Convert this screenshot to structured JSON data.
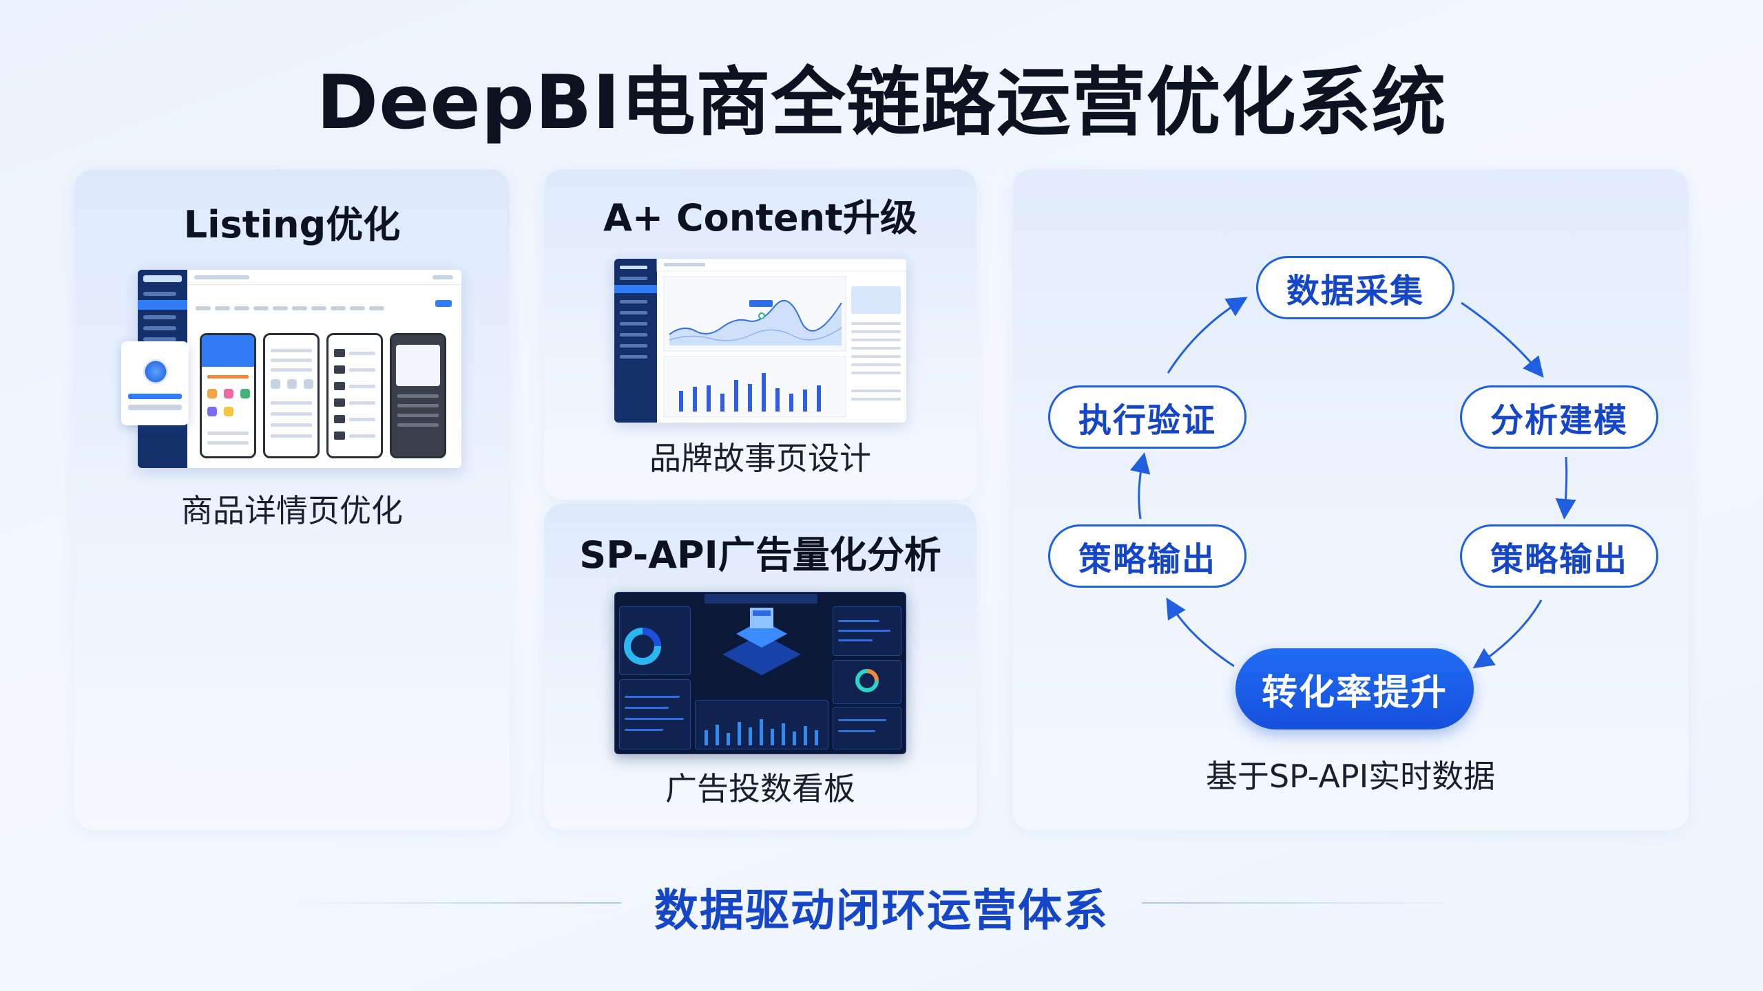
{
  "title": "DeepBI电商全链路运营优化系统",
  "cards": {
    "listing": {
      "title": "Listing优化",
      "caption": "商品详情页优化"
    },
    "aplus": {
      "title": "A+ Content升级",
      "caption": "品牌故事页设计"
    },
    "spapi": {
      "title": "SP-API广告量化分析",
      "caption": "广告投数看板"
    }
  },
  "cycle": {
    "nodes": {
      "collect": "数据采集",
      "analyze": "分析建模",
      "strategy_right": "策略输出",
      "conversion": "转化率提升",
      "strategy_left": "策略输出",
      "execute": "执行验证"
    },
    "caption": "基于SP-API实时数据"
  },
  "footer": {
    "tagline": "数据驱动闭环运营体系"
  },
  "colors": {
    "accent": "#1f5fe0",
    "dark_text": "#0d1220",
    "sidebar": "#13306b"
  }
}
